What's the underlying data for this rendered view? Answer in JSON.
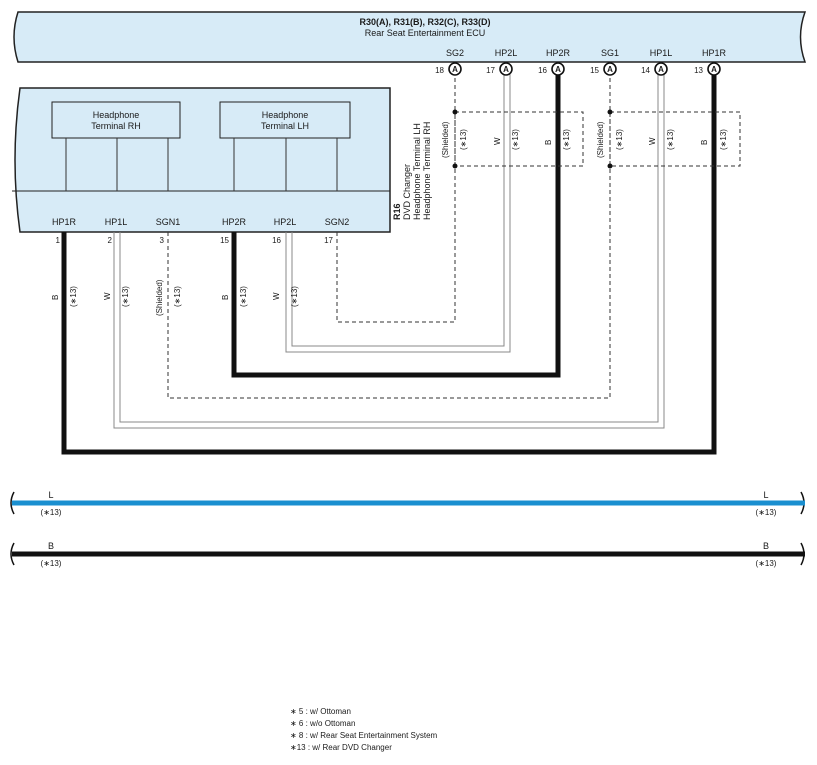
{
  "ecu": {
    "code": "R30(A), R31(B), R32(C), R33(D)",
    "name": "Rear Seat Entertainment ECU",
    "pins": [
      {
        "num": "18",
        "conn": "A",
        "name": "SG2"
      },
      {
        "num": "17",
        "conn": "A",
        "name": "HP2L"
      },
      {
        "num": "16",
        "conn": "A",
        "name": "HP2R"
      },
      {
        "num": "15",
        "conn": "A",
        "name": "SG1"
      },
      {
        "num": "14",
        "conn": "A",
        "name": "HP1L"
      },
      {
        "num": "13",
        "conn": "A",
        "name": "HP1R"
      }
    ]
  },
  "changer": {
    "code": "R16",
    "lines": [
      "DVD Changer",
      "Headphone Terminal LH",
      "Headphone Terminal RH"
    ],
    "terminal_rh": [
      "Headphone",
      "Terminal RH"
    ],
    "terminal_lh": [
      "Headphone",
      "Terminal LH"
    ],
    "pins": [
      {
        "num": "1",
        "name": "HP1R"
      },
      {
        "num": "2",
        "name": "HP1L"
      },
      {
        "num": "3",
        "name": "SGN1"
      },
      {
        "num": "15",
        "name": "HP2R"
      },
      {
        "num": "16",
        "name": "HP2L"
      },
      {
        "num": "17",
        "name": "SGN2"
      }
    ]
  },
  "wire_labels": {
    "b": "B",
    "w": "W",
    "shielded": "(Shielded)",
    "note": "(∗13)"
  },
  "buses": [
    {
      "label": "L",
      "note": "(∗13)",
      "color": "#1a8fd0"
    },
    {
      "label": "B",
      "note": "(∗13)",
      "color": "#111111"
    }
  ],
  "legend": [
    "∗ 5 : w/ Ottoman",
    "∗ 6 : w/o Ottoman",
    "∗ 8 : w/ Rear Seat Entertainment System",
    "∗13 : w/ Rear DVD Changer"
  ]
}
